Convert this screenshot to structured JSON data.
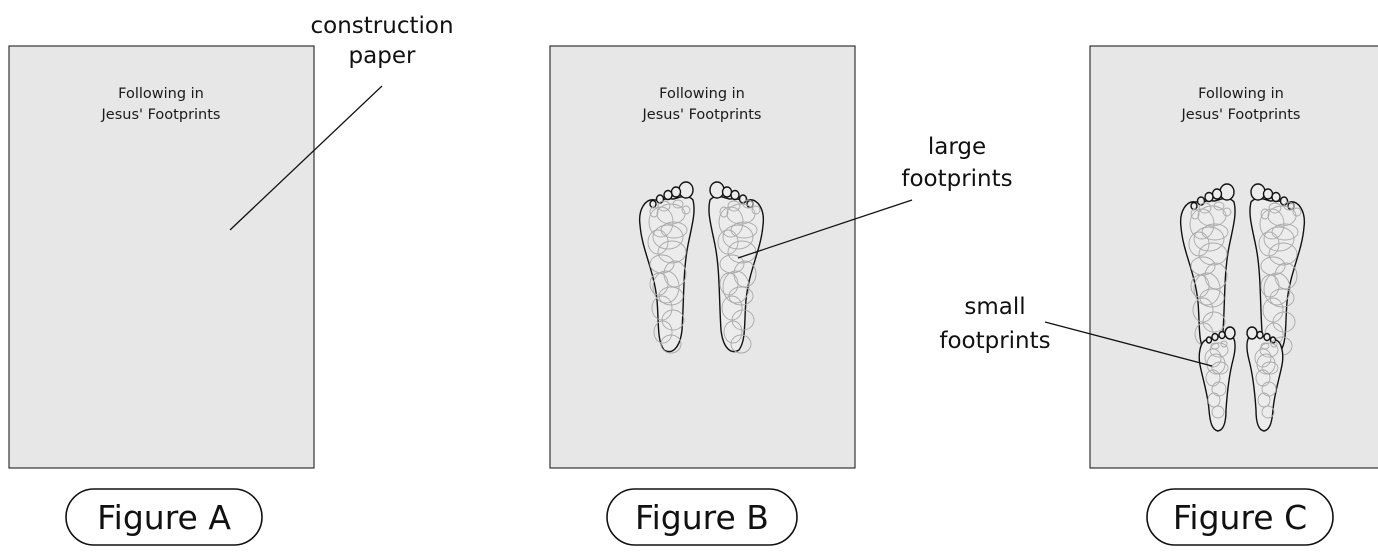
{
  "figures": [
    {
      "id": "A",
      "label": "Figure A",
      "paper_title": [
        "Following in",
        "Jesus' Footprints"
      ],
      "callouts": [
        "construction",
        "paper"
      ]
    },
    {
      "id": "B",
      "label": "Figure B",
      "paper_title": [
        "Following in",
        "Jesus' Footprints"
      ],
      "callouts": [
        "large",
        "footprints"
      ]
    },
    {
      "id": "C",
      "label": "Figure C",
      "paper_title": [
        "Following in",
        "Jesus' Footprints"
      ],
      "callouts": [
        "small",
        "footprints"
      ]
    }
  ],
  "colors": {
    "paper": "#e7e7e7",
    "outline": "#111111",
    "scribble": "#a9a9a9"
  }
}
